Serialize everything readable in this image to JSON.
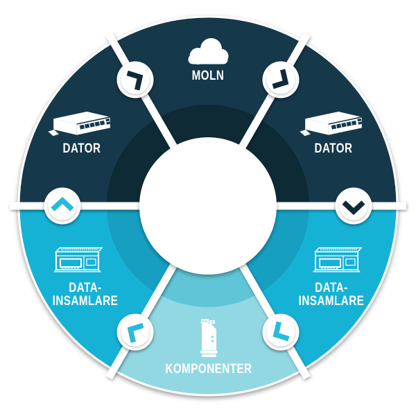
{
  "diagram": {
    "title": "",
    "background": "#ffffff",
    "colors": {
      "navy": "#17394B",
      "navy_inner": "#0F2A36",
      "cyan": "#17B2D6",
      "cyan_inner": "#159FC1",
      "light_cyan": "#92D8E3",
      "light_cyan_inner": "#60C5D6",
      "white": "#ffffff",
      "arrow_navy": "#0F2A38",
      "arrow_cyan": "#29BADC"
    },
    "segments": [
      {
        "id": "moln",
        "label": "MOLN",
        "icon": "cloud-icon",
        "color_key": "navy"
      },
      {
        "id": "dator-right",
        "label": "DATOR",
        "icon": "computer-icon",
        "color_key": "navy"
      },
      {
        "id": "datainsamlare-right",
        "label": "DATA-\nINSAMLARE",
        "icon": "datalogger-icon",
        "color_key": "cyan"
      },
      {
        "id": "komponenter",
        "label": "KOMPONENTER",
        "icon": "component-icon",
        "color_key": "light_cyan"
      },
      {
        "id": "datainsamlare-left",
        "label": "DATA-\nINSAMLARE",
        "icon": "datalogger-icon",
        "color_key": "cyan"
      },
      {
        "id": "dator-left",
        "label": "DATOR",
        "icon": "computer-icon",
        "color_key": "navy"
      }
    ],
    "arrows": [
      {
        "name": "arrow-up-right",
        "direction": "up-right",
        "color_key": "arrow_navy"
      },
      {
        "name": "arrow-down-right",
        "direction": "down-right",
        "color_key": "arrow_navy"
      },
      {
        "name": "arrow-down",
        "direction": "down",
        "color_key": "arrow_navy"
      },
      {
        "name": "arrow-down-left",
        "direction": "down-left",
        "color_key": "arrow_cyan"
      },
      {
        "name": "arrow-up-left",
        "direction": "up-left",
        "color_key": "arrow_cyan"
      },
      {
        "name": "arrow-up",
        "direction": "up",
        "color_key": "arrow_cyan"
      }
    ]
  }
}
